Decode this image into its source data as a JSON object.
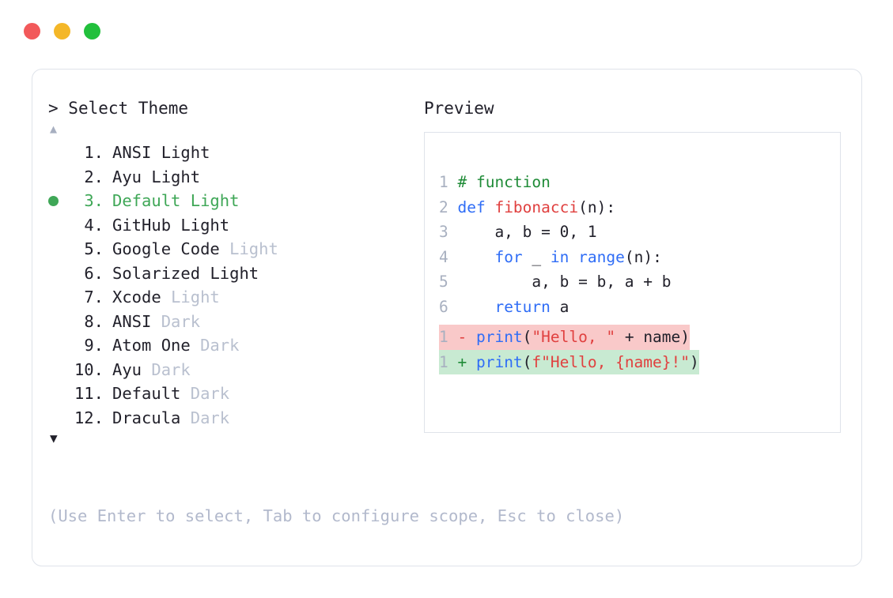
{
  "window": {
    "dots": [
      {
        "name": "close-dot",
        "color": "#f2595a"
      },
      {
        "name": "minimize-dot",
        "color": "#f4b728"
      },
      {
        "name": "maximize-dot",
        "color": "#22c03c"
      }
    ]
  },
  "selector": {
    "prompt_symbol": "> ",
    "title": "Select Theme",
    "scroll_up_glyph": "▲",
    "scroll_down_glyph": "▼",
    "selected_index": 3,
    "selected_bullet": "●",
    "items": [
      {
        "index": "1.",
        "name": "ANSI",
        "suffix": "Light",
        "suffix_muted": false,
        "selected": false
      },
      {
        "index": "2.",
        "name": "Ayu",
        "suffix": "Light",
        "suffix_muted": false,
        "selected": false
      },
      {
        "index": "3.",
        "name": "Default",
        "suffix": "Light",
        "suffix_muted": false,
        "selected": true
      },
      {
        "index": "4.",
        "name": "GitHub",
        "suffix": "Light",
        "suffix_muted": false,
        "selected": false
      },
      {
        "index": "5.",
        "name": "Google Code",
        "suffix": "Light",
        "suffix_muted": true,
        "selected": false
      },
      {
        "index": "6.",
        "name": "Solarized",
        "suffix": "Light",
        "suffix_muted": false,
        "selected": false
      },
      {
        "index": "7.",
        "name": "Xcode",
        "suffix": "Light",
        "suffix_muted": true,
        "selected": false
      },
      {
        "index": "8.",
        "name": "ANSI",
        "suffix": "Dark",
        "suffix_muted": true,
        "selected": false
      },
      {
        "index": "9.",
        "name": "Atom One",
        "suffix": "Dark",
        "suffix_muted": true,
        "selected": false
      },
      {
        "index": "10.",
        "name": "Ayu",
        "suffix": "Dark",
        "suffix_muted": true,
        "selected": false
      },
      {
        "index": "11.",
        "name": "Default",
        "suffix": "Dark",
        "suffix_muted": true,
        "selected": false
      },
      {
        "index": "12.",
        "name": "Dracula",
        "suffix": "Dark",
        "suffix_muted": true,
        "selected": false
      }
    ]
  },
  "preview": {
    "label": "Preview",
    "code_lines": [
      {
        "ln": "1",
        "tokens": [
          {
            "t": "# function",
            "c": "comment"
          }
        ]
      },
      {
        "ln": "2",
        "tokens": [
          {
            "t": "def ",
            "c": "kw"
          },
          {
            "t": "fibonacci",
            "c": "fn"
          },
          {
            "t": "(n):",
            "c": "plain"
          }
        ]
      },
      {
        "ln": "3",
        "tokens": [
          {
            "t": "    a, b = 0, 1",
            "c": "plain"
          }
        ]
      },
      {
        "ln": "4",
        "tokens": [
          {
            "t": "    ",
            "c": "plain"
          },
          {
            "t": "for",
            "c": "kw"
          },
          {
            "t": " _ ",
            "c": "plain"
          },
          {
            "t": "in",
            "c": "kw"
          },
          {
            "t": " ",
            "c": "plain"
          },
          {
            "t": "range",
            "c": "kw"
          },
          {
            "t": "(n):",
            "c": "plain"
          }
        ]
      },
      {
        "ln": "5",
        "tokens": [
          {
            "t": "        a, b = b, a + b",
            "c": "plain"
          }
        ]
      },
      {
        "ln": "6",
        "tokens": [
          {
            "t": "    ",
            "c": "plain"
          },
          {
            "t": "return",
            "c": "kw"
          },
          {
            "t": " a",
            "c": "plain"
          }
        ]
      }
    ],
    "diff_lines": [
      {
        "ln": "1",
        "kind": "del",
        "sign": "-",
        "tokens": [
          {
            "t": "print",
            "c": "kw"
          },
          {
            "t": "(",
            "c": "plain"
          },
          {
            "t": "\"Hello, \"",
            "c": "str"
          },
          {
            "t": " + name)",
            "c": "plain"
          }
        ]
      },
      {
        "ln": "1",
        "kind": "add",
        "sign": "+",
        "tokens": [
          {
            "t": "print",
            "c": "kw"
          },
          {
            "t": "(",
            "c": "plain"
          },
          {
            "t": "f\"Hello, {name}!\"",
            "c": "str"
          },
          {
            "t": ")",
            "c": "plain"
          }
        ]
      }
    ]
  },
  "footer": {
    "hint": "(Use Enter to select, Tab to configure scope, Esc to close)"
  },
  "colors": {
    "accent_green": "#3fa757",
    "muted": "#b9c0cf",
    "text": "#22212b",
    "border": "#dfe3ea",
    "diff_del_bg": "#f9c9c9",
    "diff_add_bg": "#c8ead2"
  }
}
